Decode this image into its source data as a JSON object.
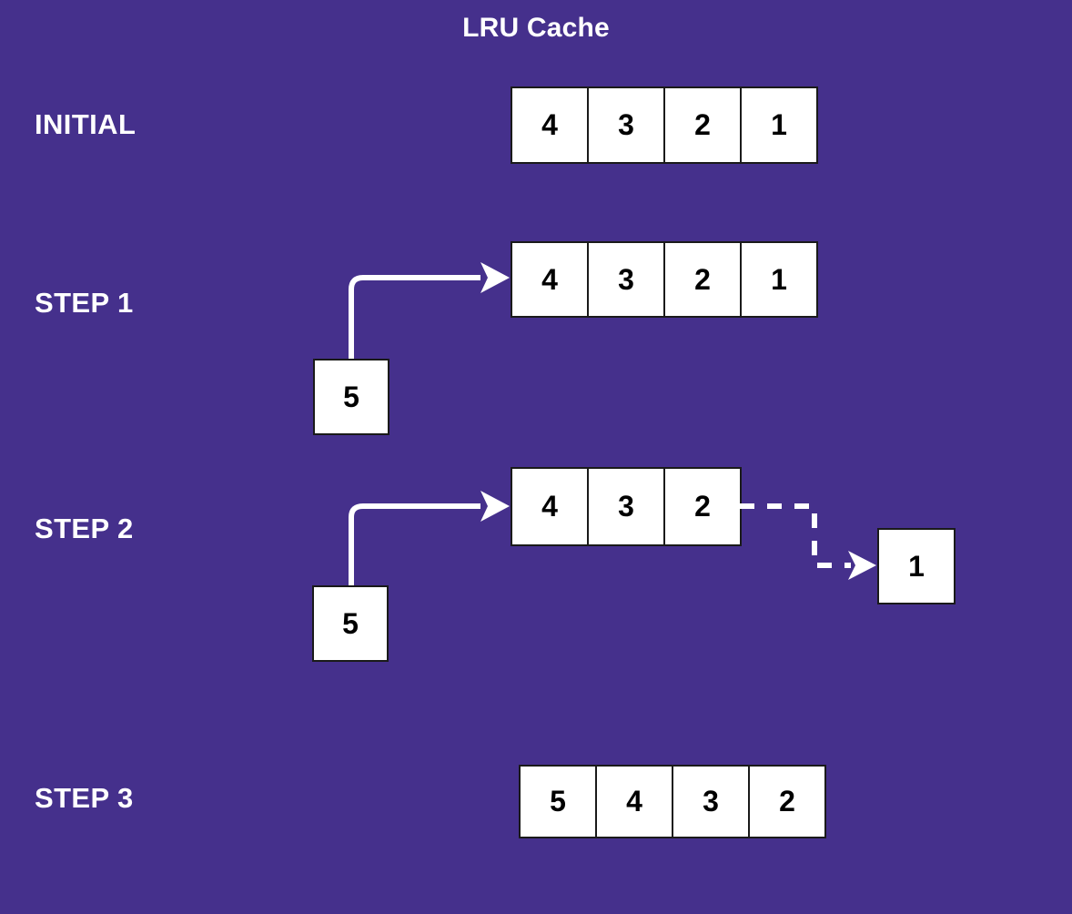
{
  "diagram": {
    "title": "LRU Cache",
    "background_color": "#45308C",
    "box_fill_color": "#FFFFFF",
    "box_border_color": "#1A1A1A",
    "arrow_color": "#FFFFFF",
    "text_color": "#FFFFFF"
  },
  "rows": {
    "initial": {
      "label": "INITIAL",
      "cache": [
        "4",
        "3",
        "2",
        "1"
      ]
    },
    "step1": {
      "label": "STEP 1",
      "cache": [
        "4",
        "3",
        "2",
        "1"
      ],
      "incoming_value": "5",
      "arrow": "solid-insert-arrow"
    },
    "step2": {
      "label": "STEP 2",
      "cache": [
        "4",
        "3",
        "2"
      ],
      "incoming_value": "5",
      "evicted_value": "1",
      "arrow": "solid-insert-arrow",
      "evict_arrow": "dashed-evict-arrow"
    },
    "step3": {
      "label": "STEP 3",
      "cache": [
        "5",
        "4",
        "3",
        "2"
      ]
    }
  }
}
